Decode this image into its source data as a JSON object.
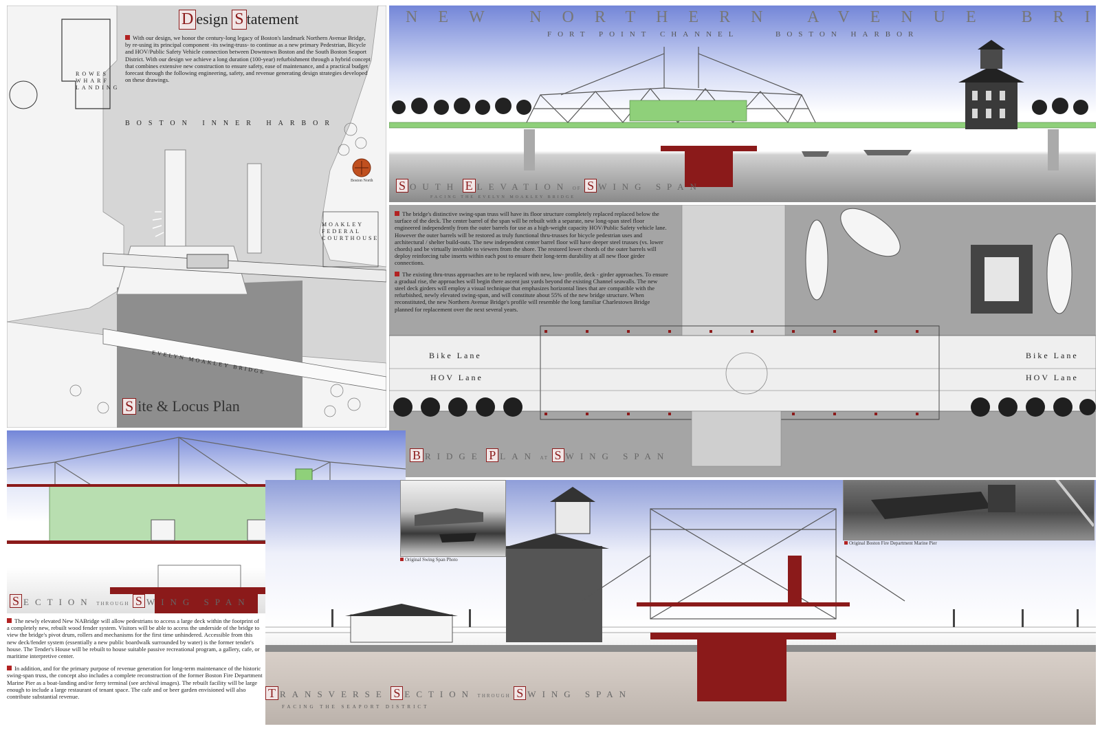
{
  "board": {
    "title": "NEW NORTHERN AVENUE BRIDGE",
    "subtitle_left": "FORT POINT CHANNEL",
    "subtitle_right": "BOSTON HARBOR"
  },
  "design_statement": {
    "heading_initial_1": "D",
    "heading_rest_1": "esign",
    "heading_initial_2": "S",
    "heading_rest_2": "tatement",
    "text": "With our design, we honor the century-long legacy of Boston's landmark Northern Avenue Bridge, by re-using its principal component -its swing-truss- to continue as a new primary Pedestrian, Bicycle and HOV/Public Safety Vehicle connection between Downtown Boston and the South Boston Seaport District. With our design we achieve a long duration (100-year) refurbishment through a hybrid concept that combines extensive new construction to ensure safety, ease of maintenance, and a practical budget forecast through the following engineering, safety, and revenue generating design strategies developed on these drawings."
  },
  "site_plan": {
    "label_rowes": "ROWES WHARF LANDING",
    "label_harbor": "BOSTON INNER HARBOR",
    "label_courthouse": "MOAKLEY FEDERAL COURTHOUSE",
    "label_bridge": "EVELYN MOAKLEY BRIDGE",
    "label_marker": "Boston North",
    "caption_initial": "S",
    "caption_rest": "ite & Locus Plan"
  },
  "south_elevation": {
    "caption_initial_1": "S",
    "caption_rest_1": "OUTH",
    "caption_initial_2": "E",
    "caption_rest_2": "LEVATION",
    "caption_small": "OF",
    "caption_initial_3": "S",
    "caption_rest_3": "WING SPAN",
    "caption_sub": "FACING THE EVELYN MOAKLEY BRIDGE"
  },
  "swing_text": {
    "p1": "The bridge's distinctive swing-span truss will have its floor structure completely replaced replaced below the surface of the deck. The center barrel of the span will be rebuilt with a separate, new long-span steel floor engineered independently from the outer barrels for use as a high-weight capacity HOV/Public Safety vehicle lane. However the outer barrels will be restored as truly functional thru-trusses for bicycle pedestrian uses and architectural / shelter build-outs. The new independent center barrel floor will have deeper steel trusses (vs. lower chords) and be virtually invisible to viewers from the shore. The restored lower chords of the outer barrels will deploy reinforcing tube inserts within each post to ensure their long-term durability at all new floor girder connections.",
    "p2": "The existing thru-truss approaches are to be replaced with new, low- profile, deck - girder approaches. To ensure a gradual rise, the approaches will begin there ascent just yards beyond the existing Channel seawalls. The new steel deck girders will employ a visual technique that emphasizes horizontal lines that are compatible with the refurbished, newly elevated swing-span, and will constitute about 55% of the new bridge structure. When reconstituted, the new Northern Avenue Bridge's profile will resemble the long familiar Charlestown Bridge planned for replacement over the next several years."
  },
  "bridge_plan": {
    "bike_lane": "Bike Lane",
    "hov_lane": "HOV Lane",
    "caption_initial_1": "B",
    "caption_rest_1": "RIDGE",
    "caption_initial_2": "P",
    "caption_rest_2": "LAN",
    "caption_small": "AT",
    "caption_initial_3": "S",
    "caption_rest_3": "WING SPAN"
  },
  "section": {
    "caption_initial_1": "S",
    "caption_rest_1": "ECTION",
    "caption_small": "THROUGH",
    "caption_initial_2": "S",
    "caption_rest_2": "WING SPAN"
  },
  "photos": {
    "swing_span": "Original Swing Span Photo",
    "fire_pier": "Original Boston Fire Department Marine Pier"
  },
  "lower_text": {
    "p1": "The newly elevated New NABridge will allow pedestrians to access a large deck within the footprint of a completely new, rebuilt wood fender system. Visitors will be able to access the underside of the bridge to view the bridge's pivot drum, rollers and mechanisms for the first time unhindered. Accessible from this new deck/fender system (essentially a new public boardwalk surrounded by water) is the former tender's house. The Tender's House will be rebuilt to house suitable passive recreational program, a gallery, cafe, or maritime interpretive center.",
    "p2": "In addition, and for the primary purpose of revenue generation for long-term maintenance of the historic swing-span truss, the concept also includes a complete reconstruction of the former Boston Fire Department Marine Pier as a boat-landing and/or ferry terminal (see archival images). The rebuilt facility will be large enough to include a large restaurant of tenant space. The cafe and or beer garden envisioned will also contribute substantial revenue."
  },
  "transverse": {
    "caption_initial_1": "T",
    "caption_rest_1": "RANSVERSE",
    "caption_initial_2": "S",
    "caption_rest_2": "ECTION",
    "caption_small": "THROUGH",
    "caption_initial_3": "S",
    "caption_rest_3": "WING SPAN",
    "caption_sub": "FACING THE SEAPORT DISTRICT"
  },
  "colors": {
    "accent_red": "#8b1a1a",
    "glass_green": "#9fd28f",
    "sky_blue": "#6f86d6"
  }
}
